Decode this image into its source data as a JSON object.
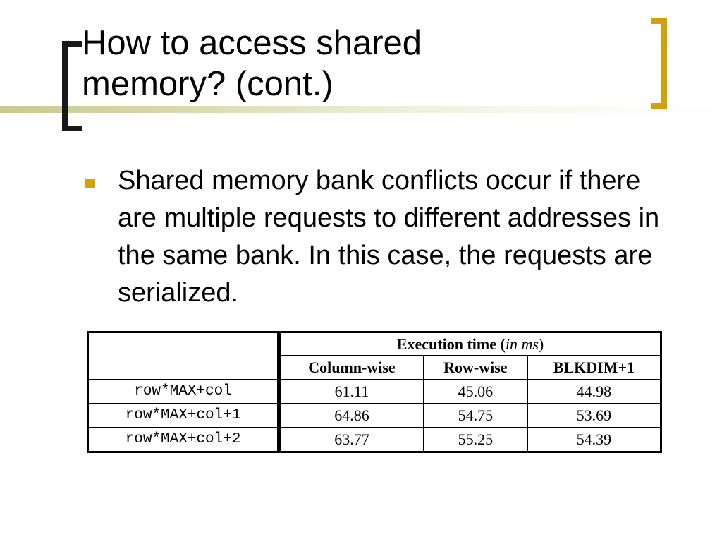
{
  "slide": {
    "title_line1": "How to access shared",
    "title_line2": "memory? (cont.)",
    "bullet": "Shared memory bank conflicts occur if there are multiple requests to different addresses in the same bank. In this case, the requests are serialized."
  },
  "colors": {
    "accent": "#d4a10c",
    "bracket_left": "#1a1a1a",
    "rule_line": "#c9c98f"
  },
  "chart_data": {
    "type": "table",
    "title": "",
    "group_header_main": "Execution time (",
    "group_header_unit": "in ms",
    "group_header_close": ")",
    "columns": [
      "Column-wise",
      "Row-wise",
      "BLKDIM+1"
    ],
    "rows": [
      {
        "label": "row*MAX+col",
        "values": [
          "61.11",
          "45.06",
          "44.98"
        ]
      },
      {
        "label": "row*MAX+col+1",
        "values": [
          "64.86",
          "54.75",
          "53.69"
        ]
      },
      {
        "label": "row*MAX+col+2",
        "values": [
          "63.77",
          "55.25",
          "54.39"
        ]
      }
    ]
  }
}
